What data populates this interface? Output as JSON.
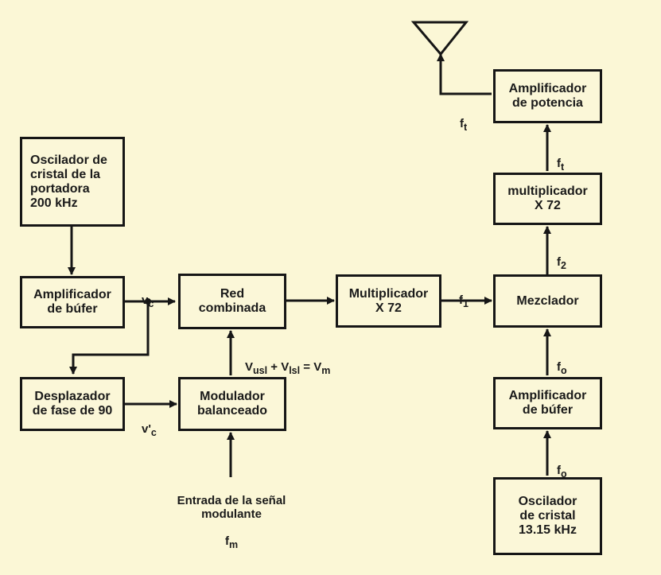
{
  "blocks": {
    "carrier_oscillator": "Oscilador de\ncristal de la\nportadora\n200 kHz",
    "buffer_amp_left": "Amplificador\nde búfer",
    "phase_shifter": "Desplazador\nde fase de 90",
    "combined_network": "Red\ncombinada",
    "balanced_modulator": "Modulador\nbalanceado",
    "multiplier_mid": "Multiplicador\nX 72",
    "mixer": "Mezclador",
    "multiplier_right": "multiplicador\nX 72",
    "power_amp": "Amplificador\nde potencia",
    "buffer_amp_right": "Amplificador\nde búfer",
    "crystal_osc_right": "Oscilador\nde cristal\n13.15 kHz"
  },
  "labels": {
    "vc": "v",
    "vc_sub": "c",
    "vc_prime": "v'",
    "vc_prime_sub": "c",
    "vsum_v1": "V",
    "vsum_s1": "usl",
    "vsum_plus": " + ",
    "vsum_v2": "V",
    "vsum_s2": "lsl",
    "vsum_eq": " = ",
    "vsum_v3": "V",
    "vsum_s3": "m",
    "modulating_input": "Entrada de la señal\nmodulante",
    "fm": "f",
    "fm_sub": "m",
    "f1": "f",
    "f1_sub": "1",
    "f2": "f",
    "f2_sub": "2",
    "ft_mid": "f",
    "ft_mid_sub": "t",
    "ft_top": "f",
    "ft_top_sub": "t",
    "fo_upper": "f",
    "fo_upper_sub": "o",
    "fo_lower": "f",
    "fo_lower_sub": "o"
  },
  "colors": {
    "background": "#fbf7d6",
    "ink": "#161616"
  },
  "icons": {
    "antenna": "antenna-icon"
  }
}
